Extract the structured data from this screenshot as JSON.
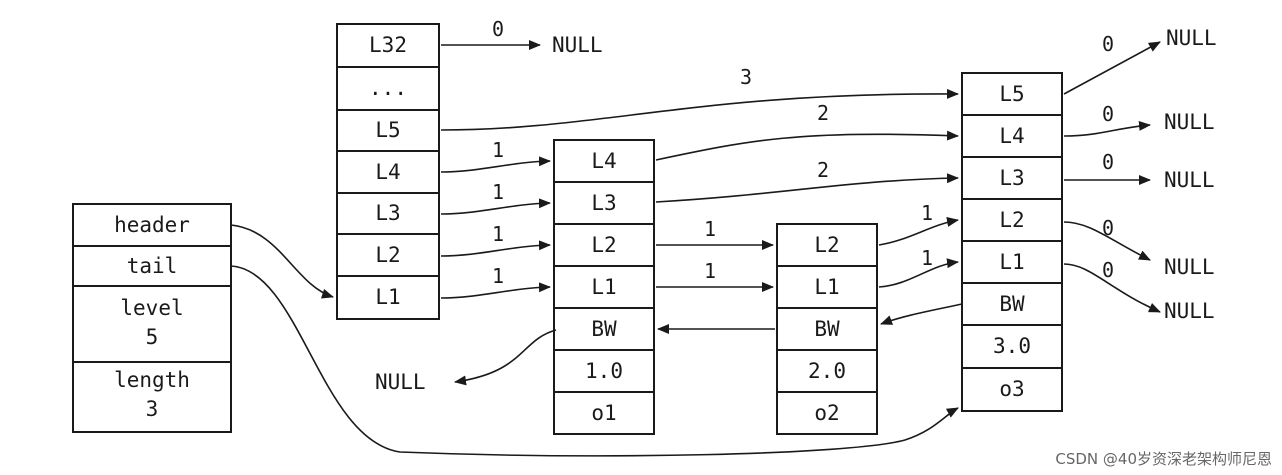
{
  "list": {
    "header": "header",
    "tail": "tail",
    "level_label": "level",
    "level_value": "5",
    "length_label": "length",
    "length_value": "3"
  },
  "head_node": {
    "levels": [
      "L32",
      "...",
      "L5",
      "L4",
      "L3",
      "L2",
      "L1"
    ]
  },
  "nodes": [
    {
      "levels": [
        "L4",
        "L3",
        "L2",
        "L1"
      ],
      "backward": "BW",
      "score": "1.0",
      "obj": "o1"
    },
    {
      "levels": [
        "L2",
        "L1"
      ],
      "backward": "BW",
      "score": "2.0",
      "obj": "o2"
    },
    {
      "levels": [
        "L5",
        "L4",
        "L3",
        "L2",
        "L1"
      ],
      "backward": "BW",
      "score": "3.0",
      "obj": "o3"
    }
  ],
  "null_text": "NULL",
  "spans": {
    "head_L32": "0",
    "head_L5": "3",
    "head_L4": "1",
    "head_L3": "1",
    "head_L2": "1",
    "head_L1": "1",
    "n1_L4": "2",
    "n1_L3": "2",
    "n1_L2": "1",
    "n1_L1": "1",
    "n2_L2": "1",
    "n2_L1": "1",
    "n3_L5": "0",
    "n3_L4": "0",
    "n3_L3": "0",
    "n3_L2": "0",
    "n3_L1": "0"
  },
  "watermark": "CSDN @40岁资深老架构师尼恩"
}
